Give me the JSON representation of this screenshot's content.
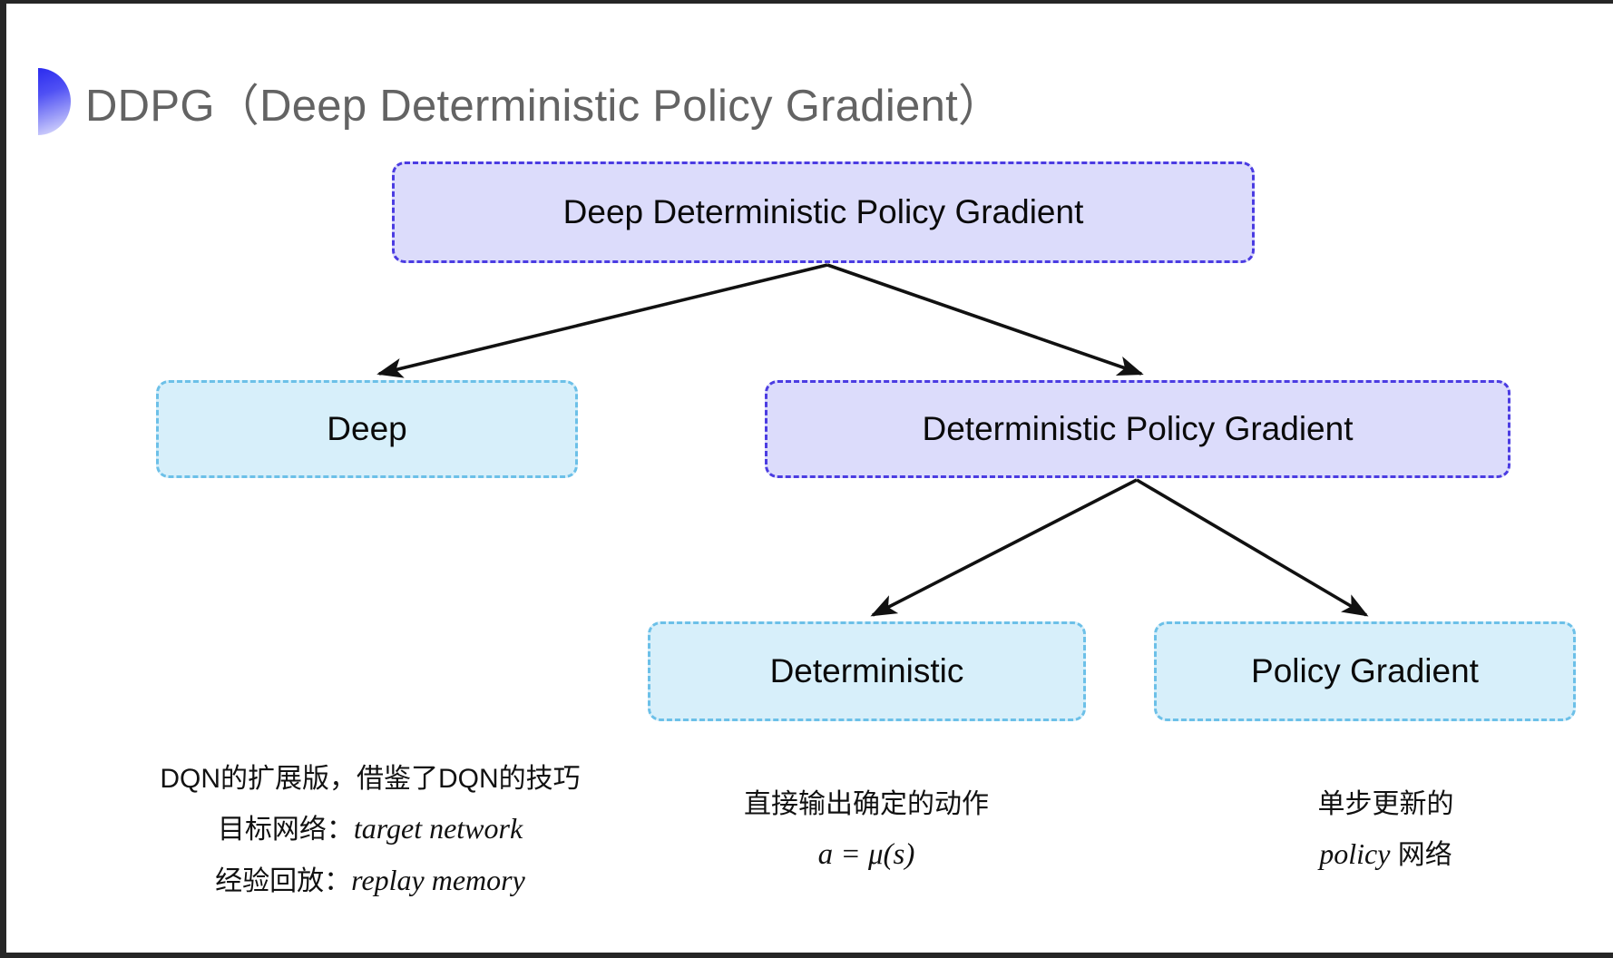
{
  "slide": {
    "title": "DDPG（Deep Deterministic Policy Gradient）",
    "background_color": "#ffffff"
  },
  "colors": {
    "purple_fill": "#dcdcfb",
    "purple_border": "#4b3ce2",
    "blue_fill": "#d7effa",
    "blue_border": "#6cc0e8",
    "title_text": "#636363",
    "arrow": "#111111",
    "bullet_gradient_from": "#2b2bef",
    "bullet_gradient_to": "#e8e8fd"
  },
  "diagram": {
    "nodes": {
      "root": "Deep Deterministic Policy Gradient",
      "deep": "Deep",
      "dpg": "Deterministic Policy Gradient",
      "deterministic": "Deterministic",
      "policy_gradient": "Policy Gradient"
    },
    "edges": [
      {
        "from": "root",
        "to": "deep"
      },
      {
        "from": "root",
        "to": "dpg"
      },
      {
        "from": "dpg",
        "to": "deterministic"
      },
      {
        "from": "dpg",
        "to": "policy_gradient"
      }
    ]
  },
  "annotations": {
    "deep": {
      "line1": "DQN的扩展版，借鉴了DQN的技巧",
      "line2_label": "目标网络：",
      "line2_term": "target network",
      "line3_label": "经验回放：",
      "line3_term": "replay memory"
    },
    "deterministic": {
      "line1": "直接输出确定的动作",
      "formula": "a = μ(s)"
    },
    "policy_gradient": {
      "line1": "单步更新的",
      "line2_term": "policy",
      "line2_suffix": " 网络"
    }
  }
}
